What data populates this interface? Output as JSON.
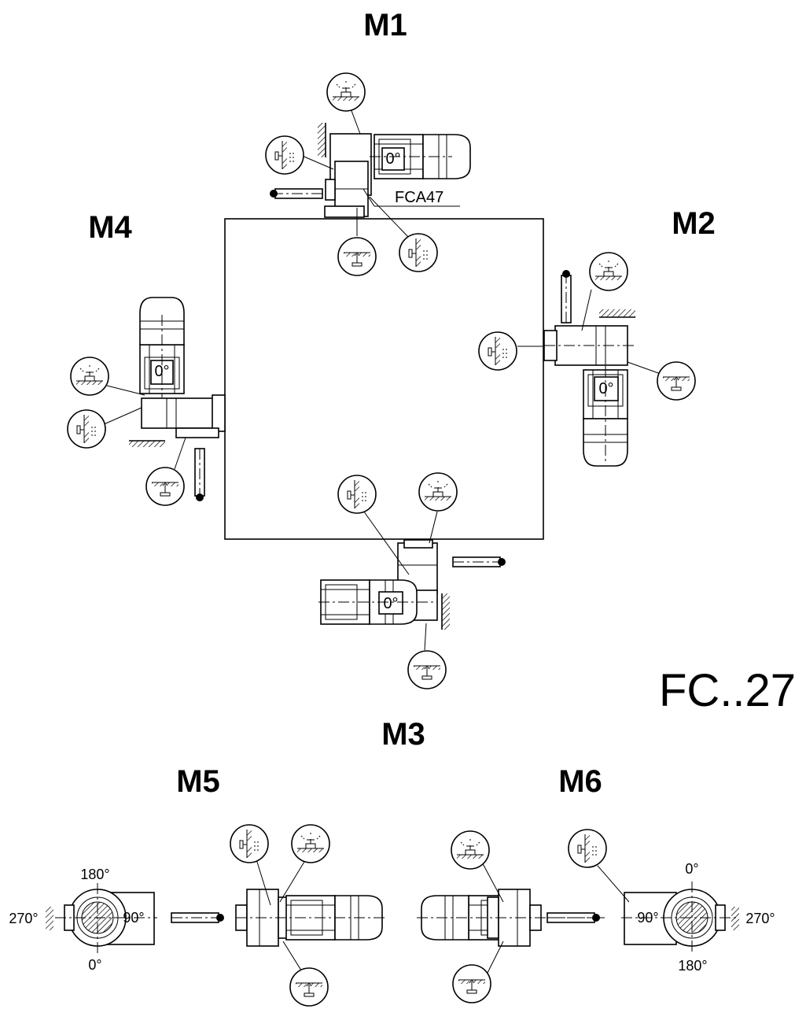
{
  "positions": {
    "m1": "M1",
    "m2": "M2",
    "m3": "M3",
    "m4": "M4",
    "m5": "M5",
    "m6": "M6"
  },
  "model_series": "FC..27",
  "callout_label": "FCA47",
  "angle_labels": {
    "zero": "0°",
    "ninety": "90°",
    "one_eighty": "180°",
    "two_seventy": "270°"
  }
}
